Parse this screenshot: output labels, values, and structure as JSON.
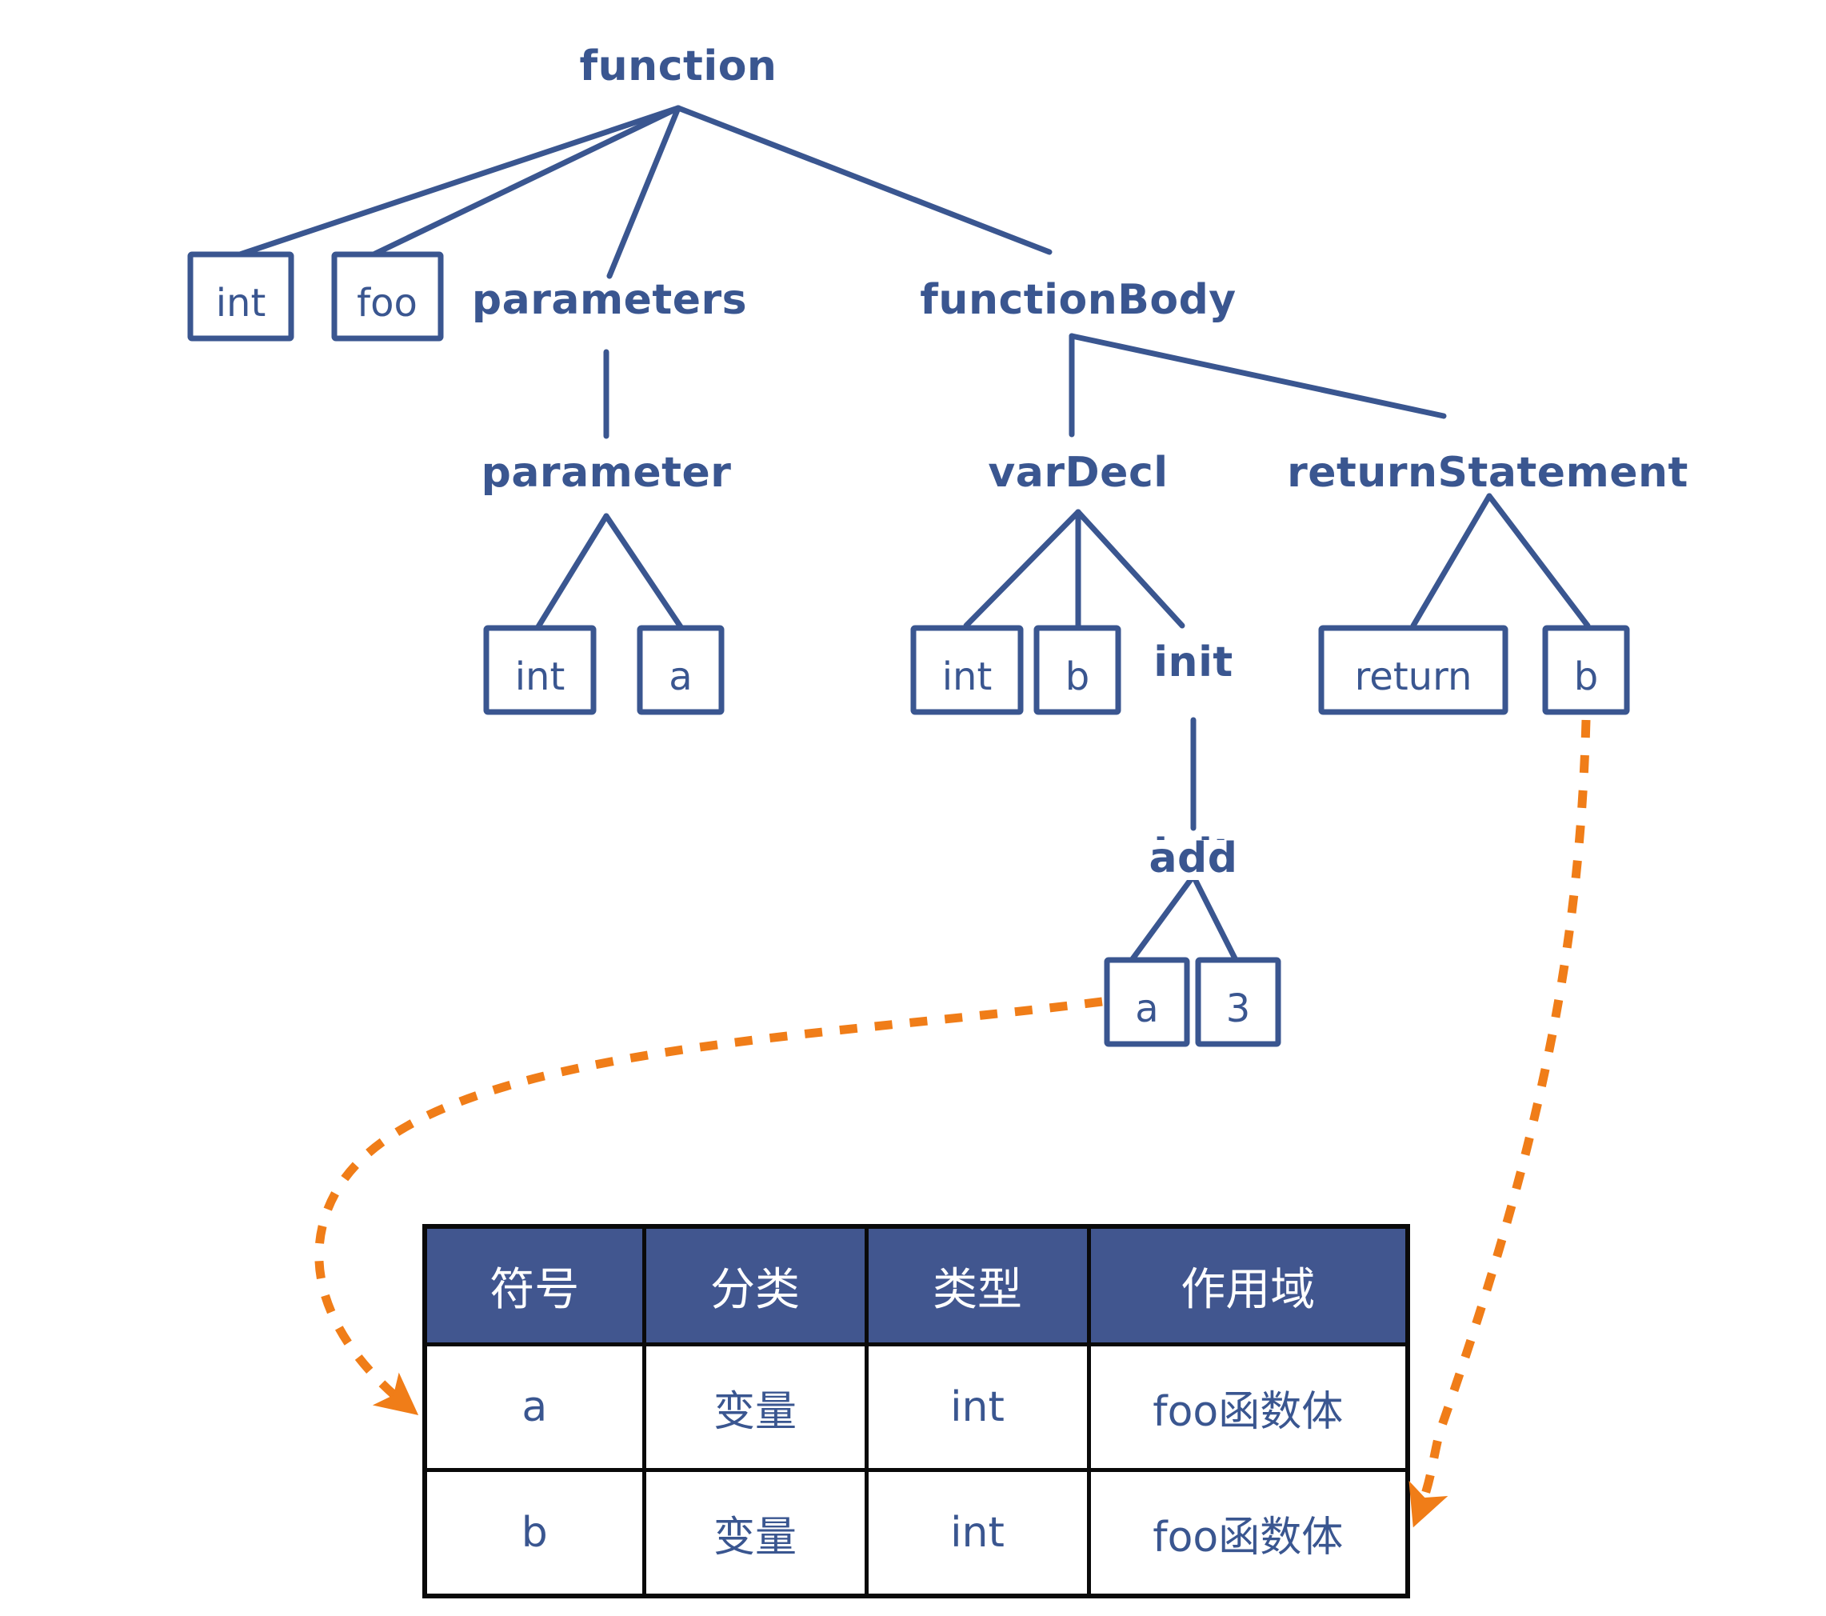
{
  "colors": {
    "tree_blue": "#3a5690",
    "table_header_bg": "#41568f",
    "table_header_text": "#ffffff",
    "table_border": "#0a0a0a",
    "reference_arrow_orange": "#f07d18",
    "background": "#ffffff"
  },
  "tree": {
    "root": {
      "label": "function"
    },
    "nodes": [
      {
        "id": "function",
        "label": "function",
        "kind": "label"
      },
      {
        "id": "int-ret",
        "label": "int",
        "kind": "token-box"
      },
      {
        "id": "foo",
        "label": "foo",
        "kind": "token-box"
      },
      {
        "id": "parameters",
        "label": "parameters",
        "kind": "label"
      },
      {
        "id": "functionBody",
        "label": "functionBody",
        "kind": "label"
      },
      {
        "id": "parameter",
        "label": "parameter",
        "kind": "label"
      },
      {
        "id": "varDecl",
        "label": "varDecl",
        "kind": "label"
      },
      {
        "id": "returnStatement",
        "label": "returnStatement",
        "kind": "label"
      },
      {
        "id": "param-int",
        "label": "int",
        "kind": "token-box"
      },
      {
        "id": "param-a",
        "label": "a",
        "kind": "token-box"
      },
      {
        "id": "var-int",
        "label": "int",
        "kind": "token-box"
      },
      {
        "id": "var-b",
        "label": "b",
        "kind": "token-box"
      },
      {
        "id": "init",
        "label": "init",
        "kind": "label"
      },
      {
        "id": "return-kw",
        "label": "return",
        "kind": "token-box"
      },
      {
        "id": "ret-b",
        "label": "b",
        "kind": "token-box"
      },
      {
        "id": "add",
        "label": "add",
        "kind": "label"
      },
      {
        "id": "add-a",
        "label": "a",
        "kind": "token-box"
      },
      {
        "id": "add-3",
        "label": "3",
        "kind": "token-box"
      }
    ],
    "edges": [
      [
        "function",
        "int-ret"
      ],
      [
        "function",
        "foo"
      ],
      [
        "function",
        "parameters"
      ],
      [
        "function",
        "functionBody"
      ],
      [
        "parameters",
        "parameter"
      ],
      [
        "functionBody",
        "varDecl"
      ],
      [
        "functionBody",
        "returnStatement"
      ],
      [
        "parameter",
        "param-int"
      ],
      [
        "parameter",
        "param-a"
      ],
      [
        "varDecl",
        "var-int"
      ],
      [
        "varDecl",
        "var-b"
      ],
      [
        "varDecl",
        "init"
      ],
      [
        "returnStatement",
        "return-kw"
      ],
      [
        "returnStatement",
        "ret-b"
      ],
      [
        "init",
        "add"
      ],
      [
        "add",
        "add-a"
      ],
      [
        "add",
        "add-3"
      ]
    ]
  },
  "references": [
    {
      "from": "add-a",
      "to": "symbol-row-a",
      "style": "dashed-curve",
      "color": "#f07d18"
    },
    {
      "from": "ret-b",
      "to": "symbol-row-b",
      "style": "dashed-curve",
      "color": "#f07d18"
    }
  ],
  "symbol_table": {
    "headers": [
      "符号",
      "分类",
      "类型",
      "作用域"
    ],
    "rows": [
      {
        "symbol": "a",
        "category": "变量",
        "type": "int",
        "scope": "foo函数体"
      },
      {
        "symbol": "b",
        "category": "变量",
        "type": "int",
        "scope": "foo函数体"
      }
    ]
  }
}
